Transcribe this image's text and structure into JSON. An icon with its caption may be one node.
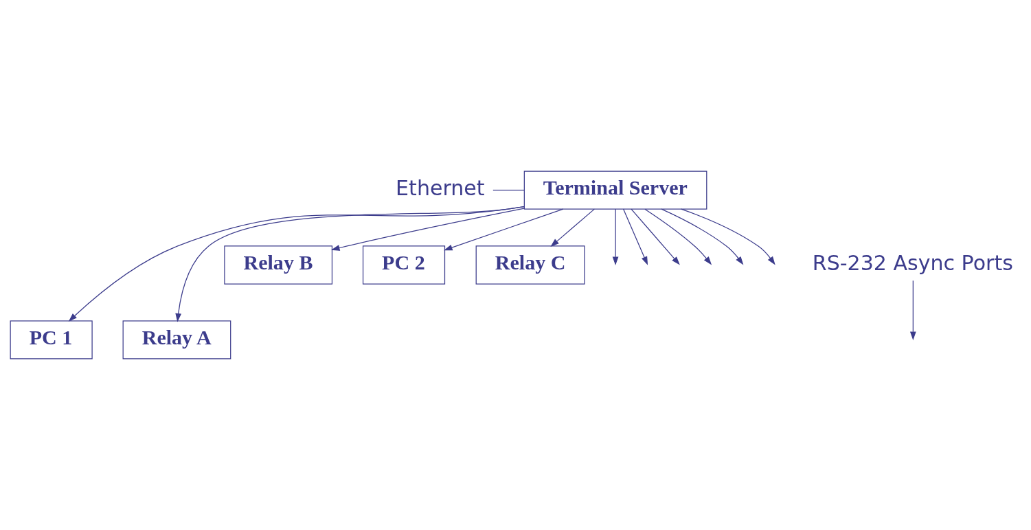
{
  "diagram": {
    "nodes": [
      {
        "text": [
          "Terminal Server"
        ]
      },
      {
        "text": [
          "Ethernet"
        ]
      },
      {
        "text": [
          "RS-232 Async Ports"
        ]
      },
      {
        "text": [
          "PC 1"
        ]
      },
      {
        "text": [
          "Relay A"
        ]
      },
      {
        "text": [
          "Relay B"
        ]
      },
      {
        "text": [
          "PC 2"
        ]
      },
      {
        "text": [
          "Relay C"
        ]
      }
    ],
    "edges": [
      {
        "from": 1,
        "to": 0,
        "arrow": "none"
      },
      {
        "from": 2,
        "to": null,
        "arrow": "to"
      },
      {
        "from": 0,
        "to": 3,
        "arrow": "to"
      },
      {
        "from": 0,
        "to": null,
        "arrow": "to"
      },
      {
        "from": 0,
        "to": 5,
        "arrow": "to"
      },
      {
        "from": 0,
        "to": null,
        "arrow": "to"
      },
      {
        "from": 0,
        "to": null,
        "arrow": "to"
      },
      {
        "from": 0,
        "to": 7,
        "arrow": "to"
      },
      {
        "from": 0,
        "to": null,
        "arrow": "to"
      },
      {
        "from": 0,
        "to": 6,
        "arrow": "to"
      },
      {
        "from": 0,
        "to": null,
        "arrow": "to"
      },
      {
        "from": 0,
        "to": null,
        "arrow": "to"
      },
      {
        "from": 0,
        "to": 4,
        "arrow": "to"
      }
    ]
  }
}
